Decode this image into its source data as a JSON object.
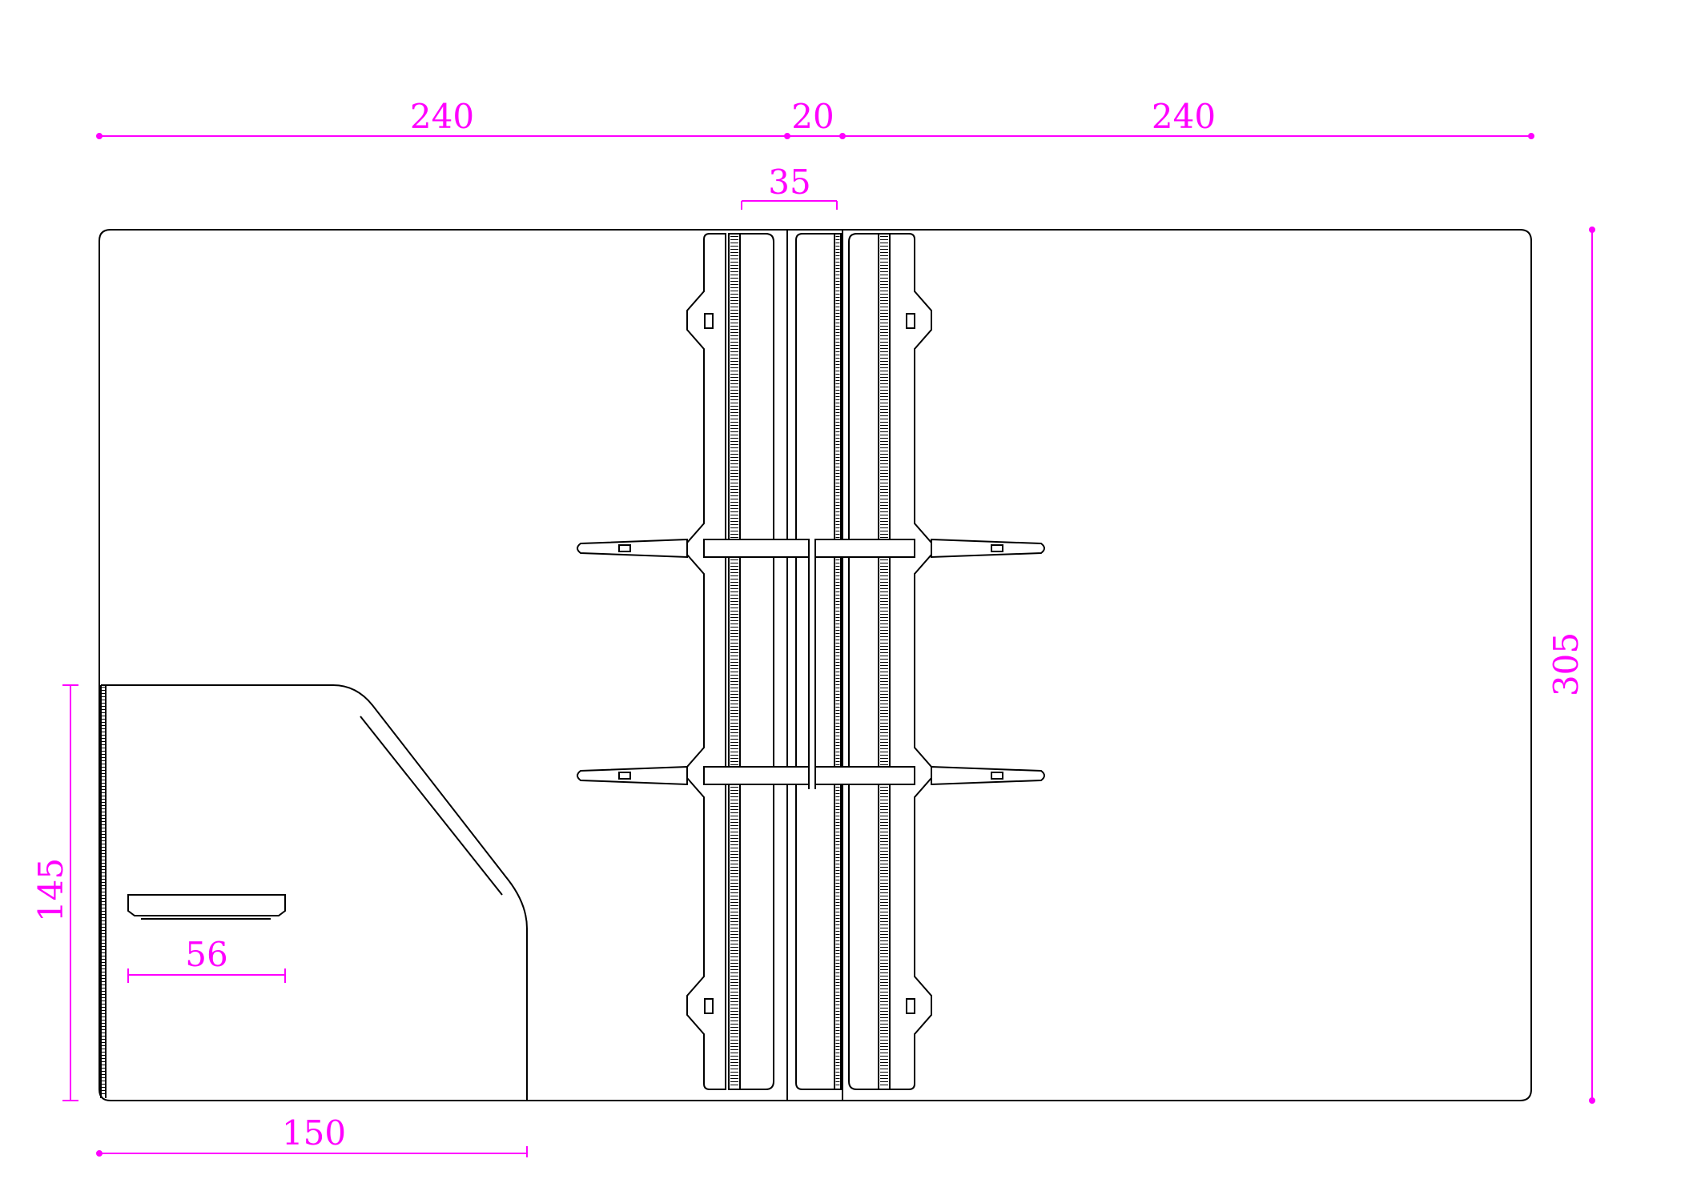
{
  "colors": {
    "dimension": "#ff00ff",
    "outline": "#000000",
    "background": "#ffffff"
  },
  "dimensions": {
    "top_left_width": "240",
    "spine_width": "20",
    "top_right_width": "240",
    "mechanism_width": "35",
    "total_height": "305",
    "pocket_height": "145",
    "card_slot_width": "56",
    "pocket_width": "150"
  }
}
